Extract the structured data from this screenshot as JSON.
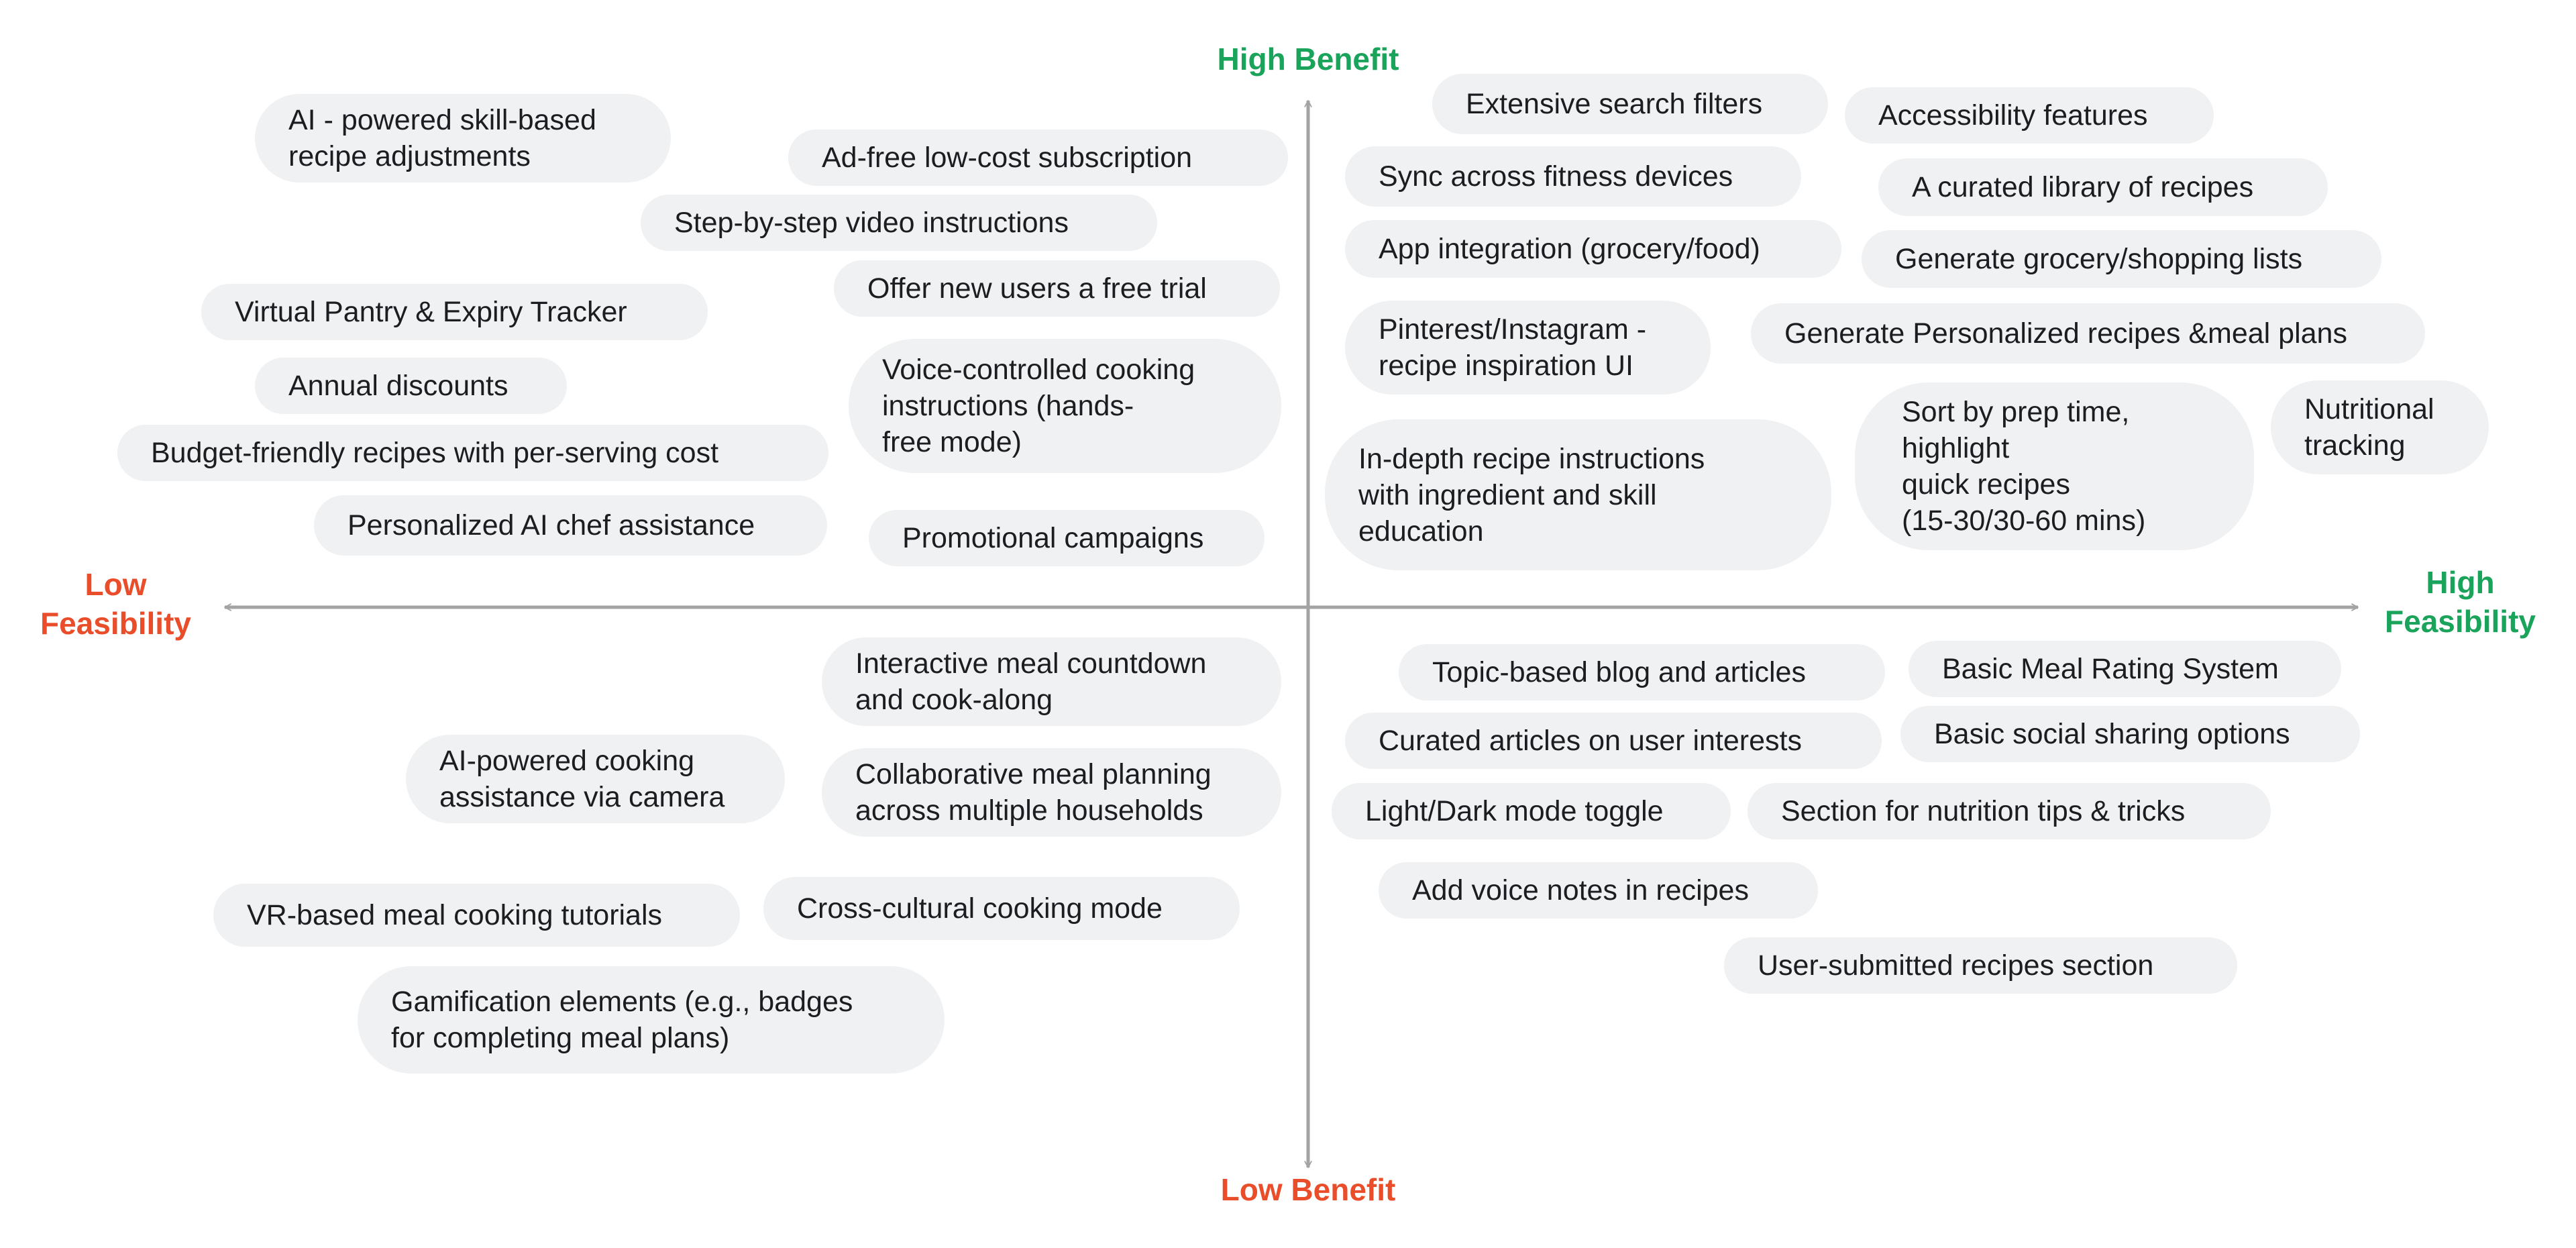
{
  "axes": {
    "top_label": "High Benefit",
    "bottom_label": "Low Benefit",
    "left_label": [
      "Low",
      "Feasibility"
    ],
    "right_label": [
      "High",
      "Feasibility"
    ],
    "colors": {
      "high": "#1aa35a",
      "low": "#e94d2a",
      "axis": "#a3a3a3",
      "pill_bg": "#f0f1f3"
    }
  },
  "quadrants": {
    "top_left": [
      "AI - powered skill-based\nrecipe adjustments",
      "Ad-free low-cost subscription",
      "Step-by-step video instructions",
      "Offer new users a free trial",
      "Virtual Pantry & Expiry Tracker",
      "Voice-controlled cooking\ninstructions (hands-\nfree mode)",
      "Annual discounts",
      "Budget-friendly recipes with per-serving cost",
      "Personalized AI chef assistance",
      "Promotional campaigns"
    ],
    "top_right": [
      "Extensive search filters",
      "Accessibility features",
      "Sync across fitness devices",
      "A curated library of recipes",
      "App integration (grocery/food)",
      "Generate grocery/shopping lists",
      "Pinterest/Instagram -\nrecipe inspiration UI",
      "Generate Personalized recipes &meal plans",
      "Sort by prep time,\nhighlight\nquick recipes\n(15-30/30-60 mins)",
      "Nutritional\ntracking",
      "In-depth recipe instructions\nwith ingredient and skill\neducation"
    ],
    "bottom_left": [
      "Interactive meal countdown\nand cook-along",
      "AI-powered cooking\nassistance via camera",
      "Collaborative meal planning\nacross multiple households",
      "VR-based meal cooking tutorials",
      "Cross-cultural cooking mode",
      "Gamification elements (e.g., badges\nfor completing meal plans)"
    ],
    "bottom_right": [
      "Topic-based blog and articles",
      "Basic Meal Rating System",
      "Curated articles on user interests",
      "Basic social sharing options",
      "Light/Dark mode toggle",
      "Section for nutrition tips & tricks",
      "Add voice notes in recipes",
      "User-submitted recipes section"
    ]
  }
}
